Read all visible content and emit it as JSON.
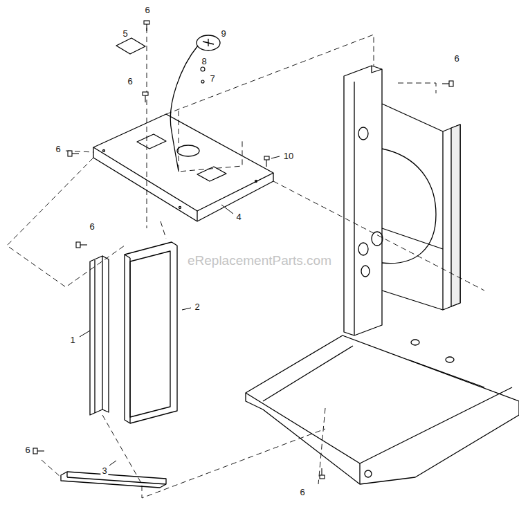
{
  "diagram": {
    "labels": [
      "6",
      "5",
      "9",
      "6",
      "8",
      "7",
      "6",
      "6",
      "10",
      "4",
      "6",
      "eReplacementParts.com",
      "2",
      "1",
      "6",
      "3",
      "6"
    ]
  }
}
